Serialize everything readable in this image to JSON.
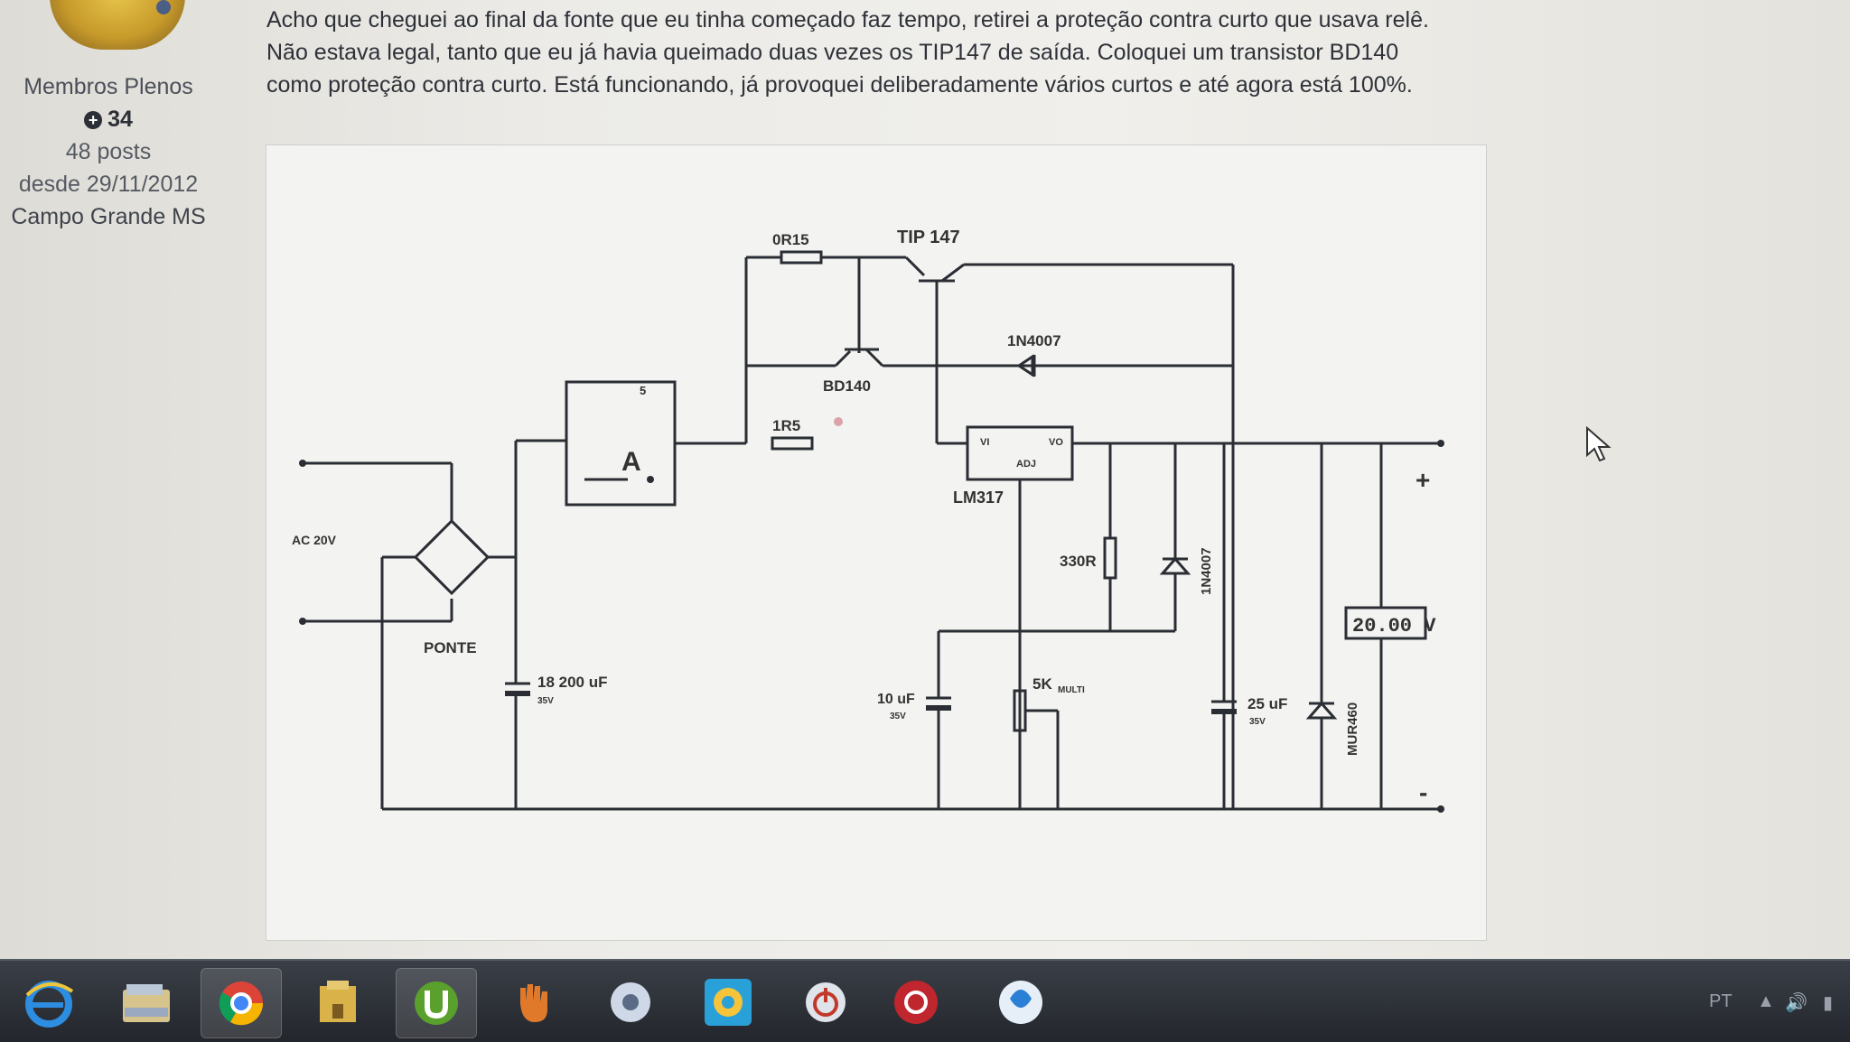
{
  "user": {
    "rank": "Membros Plenos",
    "reputation": "34",
    "posts": "48 posts",
    "since": "desde 29/11/2012",
    "location": "Campo Grande MS"
  },
  "post": {
    "lines": [
      "Acho que cheguei ao final da fonte que eu tinha começado faz tempo, retirei a proteção contra curto que usava relê.",
      "Não estava legal, tanto que eu já havia queimado duas vezes os TIP147 de saída. Coloquei um transistor BD140",
      "como proteção contra curto. Está funcionando, já provoquei deliberadamente vários curtos e até agora está 100%."
    ]
  },
  "schematic": {
    "r_shunt1": "0R15",
    "transistor_main": "TIP 147",
    "diode_top": "1N4007",
    "transistor_prot": "BD140",
    "r_shunt2": "1R5",
    "meter_symbol": "A",
    "meter_tick": "5",
    "reg_vi": "VI",
    "reg_vo": "VO",
    "reg_adj": "ADJ",
    "regulator": "LM317",
    "ac_input": "AC 20V",
    "bridge": "PONTE",
    "c_main": "18 200 uF",
    "c_main_v": "35V",
    "c_adj": "10 uF",
    "c_adj_v": "35V",
    "pot": "5K",
    "pot_sub": "MULTI",
    "r_prog": "330R",
    "diode_side": "1N4007",
    "c_out": "25 uF",
    "c_out_v": "35V",
    "diode_out": "MUR460",
    "voltmeter": "20.00 V",
    "plus": "+",
    "minus": "-"
  },
  "taskbar": {
    "apps": [
      "internet-explorer",
      "file-explorer",
      "chrome",
      "library",
      "utorrent",
      "hand-app",
      "settings-app",
      "globe-app",
      "power-app",
      "red-app",
      "skype"
    ],
    "lang": "PT"
  }
}
